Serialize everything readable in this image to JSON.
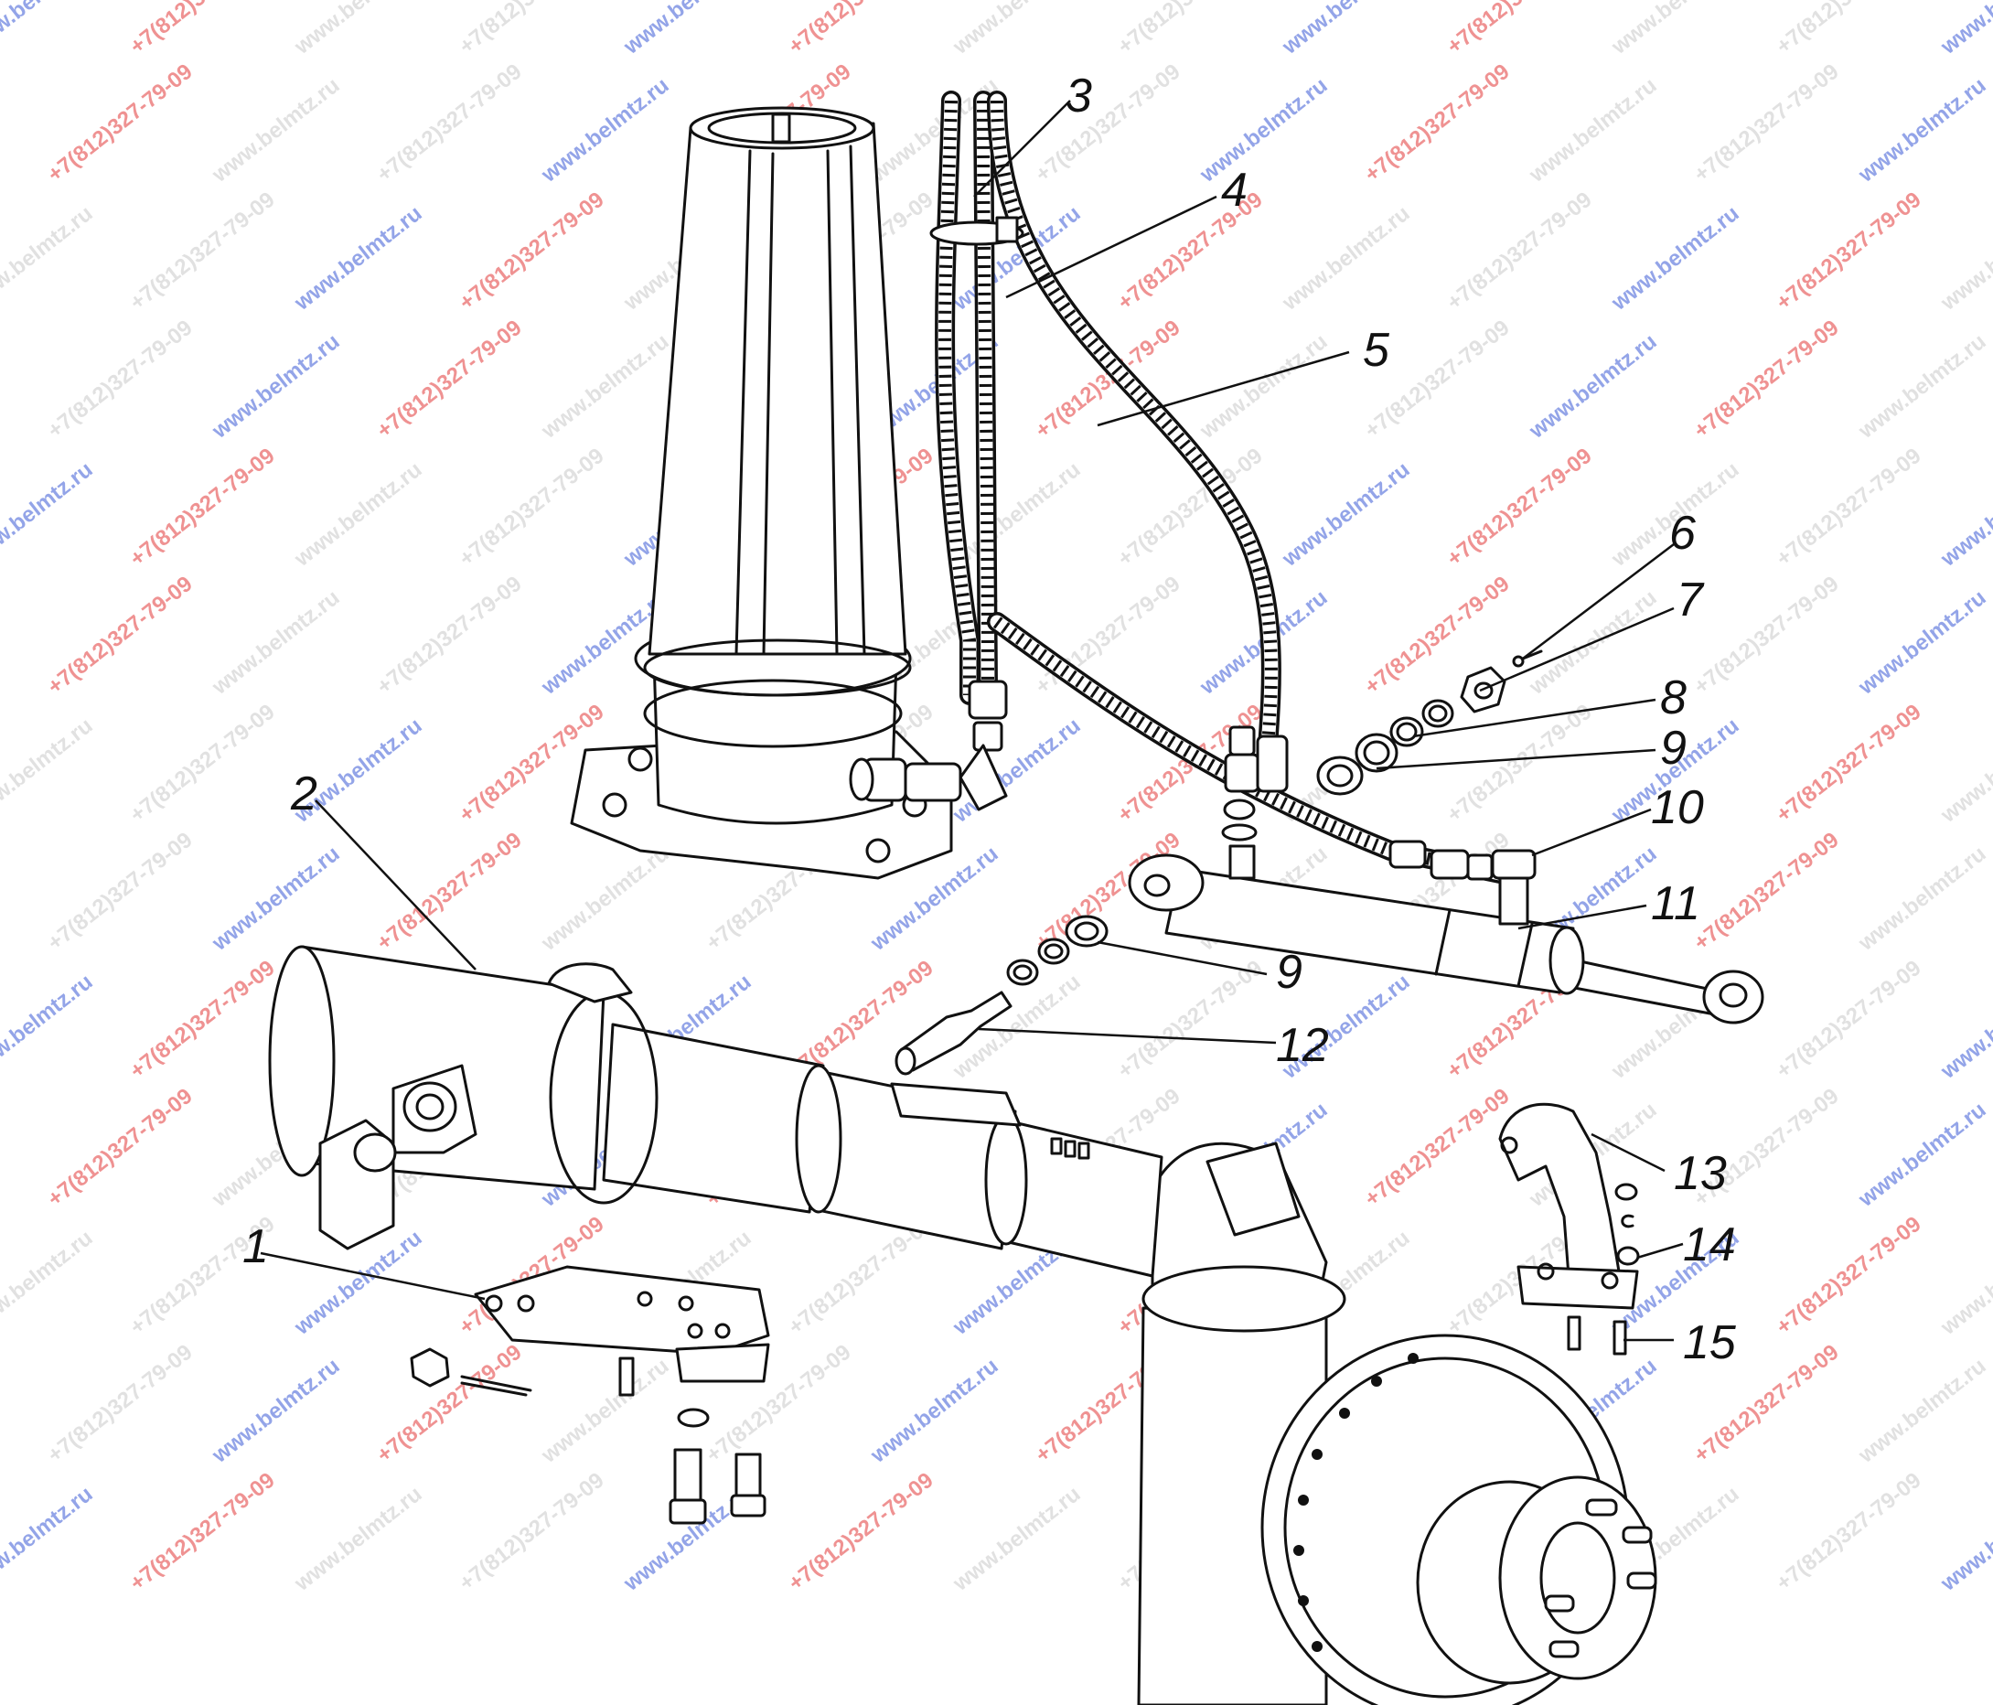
{
  "diagram": {
    "callouts": [
      {
        "id": "c1",
        "label": "1"
      },
      {
        "id": "c2",
        "label": "2"
      },
      {
        "id": "c3",
        "label": "3"
      },
      {
        "id": "c4",
        "label": "4"
      },
      {
        "id": "c5",
        "label": "5"
      },
      {
        "id": "c6",
        "label": "6"
      },
      {
        "id": "c7",
        "label": "7"
      },
      {
        "id": "c8",
        "label": "8"
      },
      {
        "id": "c9a",
        "label": "9"
      },
      {
        "id": "c10",
        "label": "10"
      },
      {
        "id": "c11",
        "label": "11"
      },
      {
        "id": "c9b",
        "label": "9"
      },
      {
        "id": "c12",
        "label": "12"
      },
      {
        "id": "c13",
        "label": "13"
      },
      {
        "id": "c14",
        "label": "14"
      },
      {
        "id": "c15",
        "label": "15"
      }
    ]
  },
  "watermark": {
    "site": "www.belmtz.ru",
    "phone": "+7(812)327-79-09",
    "site_color": "#3b5bd6",
    "phone_color": "#e23a3a",
    "faint_color": "#c9c9c9"
  }
}
